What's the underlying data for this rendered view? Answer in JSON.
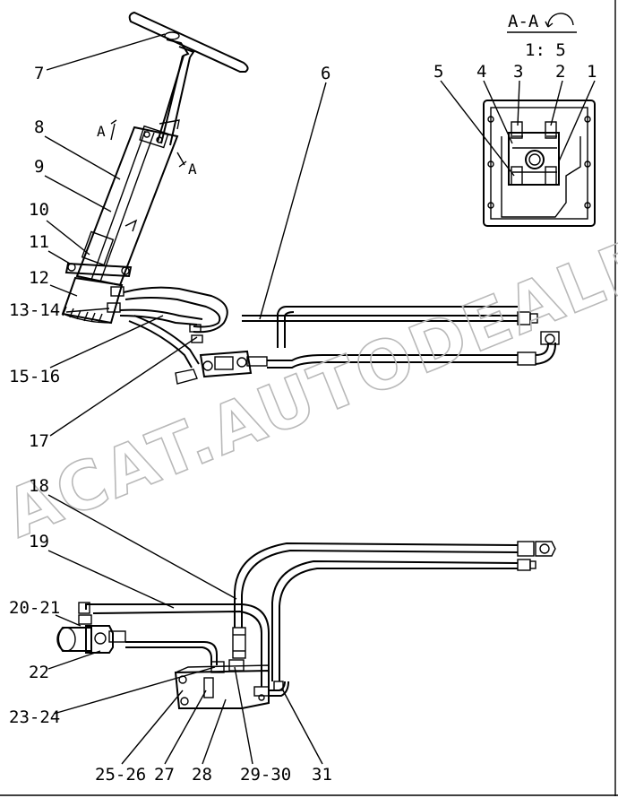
{
  "section": {
    "title": "A-A",
    "scale": "1: 5",
    "cut_marker": "A"
  },
  "watermark": "ACAT.AUTODEALER.RU",
  "callouts": [
    "1",
    "2",
    "3",
    "4",
    "5",
    "6",
    "7",
    "8",
    "9",
    "10",
    "11",
    "12",
    "13-14",
    "15-16",
    "17",
    "18",
    "19",
    "20-21",
    "22",
    "23-24",
    "25-26",
    "27",
    "28",
    "29-30",
    "31"
  ]
}
